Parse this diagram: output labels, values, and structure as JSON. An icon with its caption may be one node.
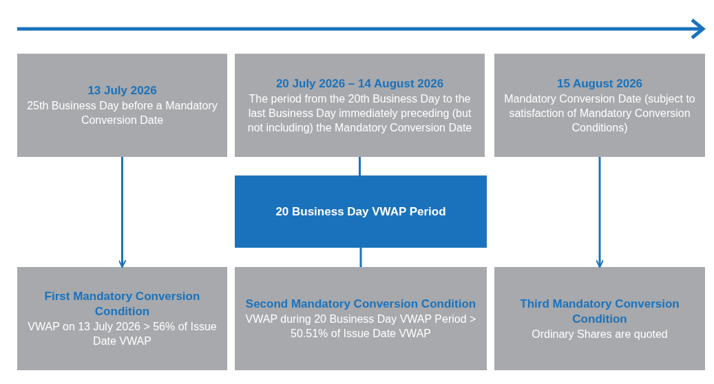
{
  "diagram": {
    "nodes": [
      {
        "text": [
          "13 July 2026",
          "25th Business Day before a Mandatory Conversion Date"
        ]
      },
      {
        "text": [
          "20 July 2026 – 14 August 2026",
          "The period from the 20th Business Day to the last Business Day immediately preceding (but not including) the Mandatory Conversion Date"
        ]
      },
      {
        "text": [
          "15 August 2026",
          "Mandatory Conversion Date (subject to satisfaction of Mandatory Conversion Conditions)"
        ]
      },
      {
        "text": [
          "20 Business Day VWAP Period"
        ]
      },
      {
        "text": [
          "First Mandatory Conversion Condition",
          "VWAP on 13 July 2026 > 56% of Issue Date VWAP"
        ]
      },
      {
        "text": [
          "Second Mandatory Conversion Condition",
          "VWAP during 20 Business Day VWAP Period > 50.51% of Issue Date VWAP"
        ]
      },
      {
        "text": [
          "Third Mandatory Conversion Condition",
          "Ordinary Shares are quoted"
        ]
      }
    ],
    "edges": [
      {
        "from": 0,
        "to": 4,
        "arrow": "to"
      },
      {
        "from": 1,
        "to": 3,
        "arrow": "none"
      },
      {
        "from": 3,
        "to": 5,
        "arrow": "none"
      },
      {
        "from": 2,
        "to": 6,
        "arrow": "to"
      }
    ]
  }
}
